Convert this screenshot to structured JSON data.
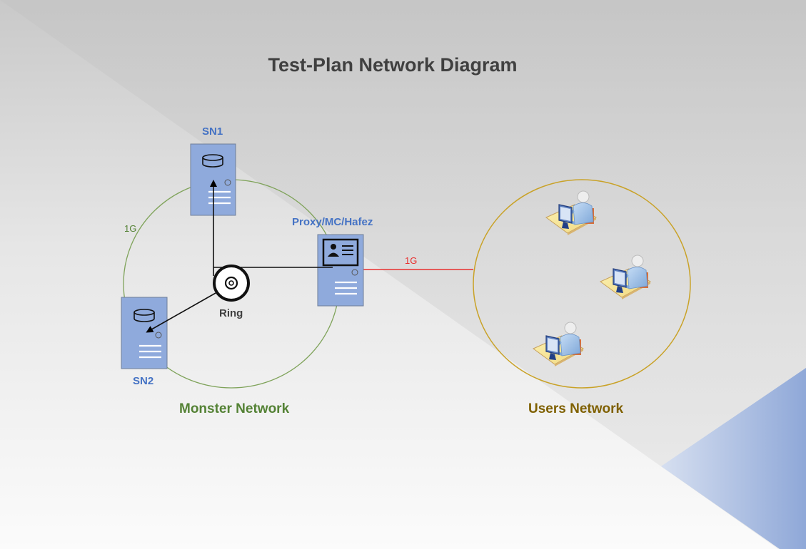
{
  "title": "Test-Plan Network Diagram",
  "colors": {
    "server_fill": "#8faadc",
    "server_stroke": "#6f7f99",
    "node_label": "#4472c4",
    "monster_network": "#548235",
    "users_network": "#7f6000",
    "users_circle": "#c9a227",
    "monster_circle": "#7fa35a",
    "uplink": "#e8302f",
    "title": "#404040",
    "accent_triangle": "#8faadc"
  },
  "nodes": {
    "sn1": {
      "label": "SN1",
      "type": "database-server"
    },
    "sn2": {
      "label": "SN2",
      "type": "database-server"
    },
    "proxy": {
      "label": "Proxy/MC/Hafez",
      "type": "directory-server"
    },
    "ring": {
      "label": "Ring",
      "type": "ring-hub"
    }
  },
  "links": {
    "monster_ring_speed": "1G",
    "uplink_speed": "1G"
  },
  "networks": {
    "monster": {
      "label": "Monster Network"
    },
    "users": {
      "label": "Users Network",
      "workstations": 3
    }
  }
}
